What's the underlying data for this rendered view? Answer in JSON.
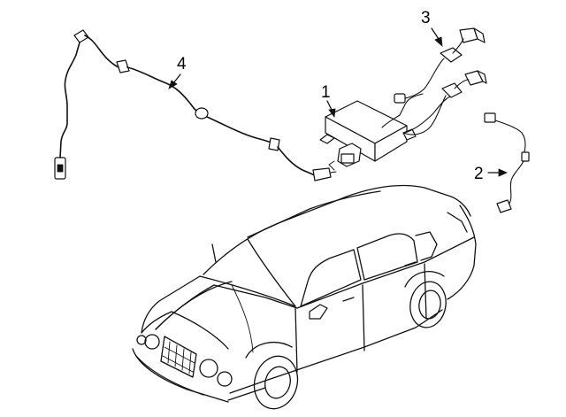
{
  "diagram": {
    "callouts": [
      {
        "id": "1",
        "text": "1",
        "part": "control-module"
      },
      {
        "id": "2",
        "text": "2",
        "part": "sensor-harness"
      },
      {
        "id": "3",
        "text": "3",
        "part": "connector-harness"
      },
      {
        "id": "4",
        "text": "4",
        "part": "antenna-cable"
      }
    ]
  },
  "colors": {
    "line": "#111111",
    "background": "#ffffff"
  }
}
